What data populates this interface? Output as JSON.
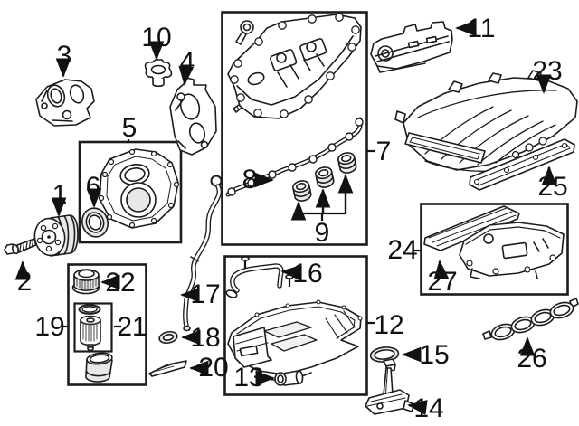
{
  "diagram": {
    "type": "engine-parts-diagram",
    "background": "#ffffff",
    "line_color": "#1c1c1c",
    "text_color": "#111111",
    "callouts": [
      {
        "label": "1",
        "part": "crankshaft-pulley"
      },
      {
        "label": "2",
        "part": "pulley-bolt"
      },
      {
        "label": "3",
        "part": "upper-timing-cover"
      },
      {
        "label": "4",
        "part": "side-timing-cover"
      },
      {
        "label": "5",
        "part": "engine-front-cover-kit"
      },
      {
        "label": "6",
        "part": "front-crankshaft-seal"
      },
      {
        "label": "7",
        "part": "valve-cover-kit"
      },
      {
        "label": "8",
        "part": "valve-cover-gasket"
      },
      {
        "label": "9",
        "part": "spark-plug-tube-seals"
      },
      {
        "label": "10",
        "part": "oil-filler-cap"
      },
      {
        "label": "11",
        "part": "manifold-bracket"
      },
      {
        "label": "12",
        "part": "oil-pan-kit"
      },
      {
        "label": "13",
        "part": "drain-plug"
      },
      {
        "label": "14",
        "part": "oil-level-sensor"
      },
      {
        "label": "15",
        "part": "sensor-seal-ring"
      },
      {
        "label": "16",
        "part": "oil-pickup-tube"
      },
      {
        "label": "17",
        "part": "dipstick-tube"
      },
      {
        "label": "18",
        "part": "dipstick-tube-seal"
      },
      {
        "label": "19",
        "part": "oil-filter-housing-kit"
      },
      {
        "label": "20",
        "part": "housing-gasket"
      },
      {
        "label": "21",
        "part": "oil-filter-element-kit"
      },
      {
        "label": "22",
        "part": "oil-filter-cap"
      },
      {
        "label": "23",
        "part": "intake-manifold"
      },
      {
        "label": "24",
        "part": "right-valve-cover-kit"
      },
      {
        "label": "25",
        "part": "intake-manifold-gasket"
      },
      {
        "label": "26",
        "part": "lower-intake-gasket"
      },
      {
        "label": "27",
        "part": "valve-cover-baffle"
      }
    ]
  }
}
